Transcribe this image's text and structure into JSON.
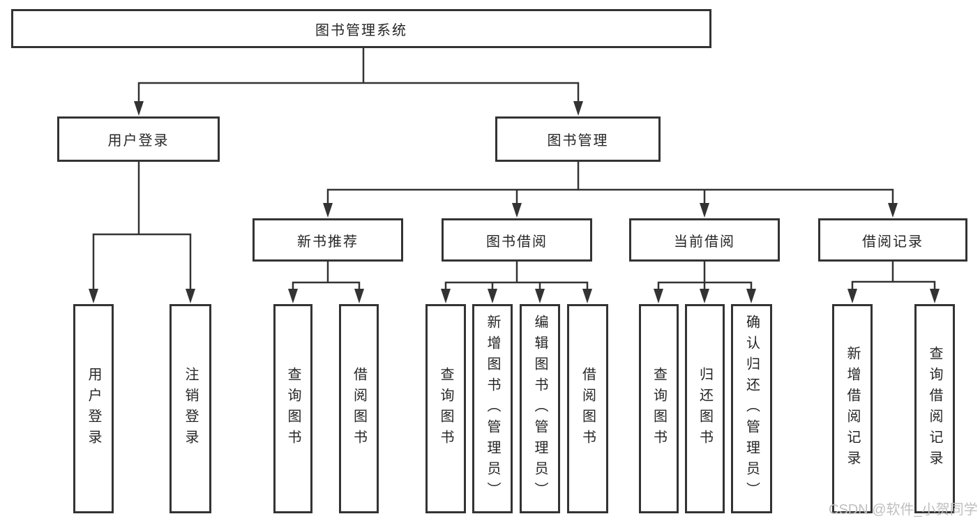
{
  "diagram": {
    "root": "图书管理系统",
    "children": [
      {
        "label": "用户登录",
        "leaves": [
          "用户登录",
          "注销登录"
        ]
      },
      {
        "label": "图书管理",
        "groups": [
          {
            "label": "新书推荐",
            "leaves": [
              "查询图书",
              "借阅图书"
            ]
          },
          {
            "label": "图书借阅",
            "leaves": [
              "查询图书",
              "新增图书（管理员）",
              "编辑图书（管理员）",
              "借阅图书"
            ]
          },
          {
            "label": "当前借阅",
            "leaves": [
              "查询图书",
              "归还图书",
              "确认归还（管理员）"
            ]
          },
          {
            "label": "借阅记录",
            "leaves": [
              "新增借阅记录",
              "查询借阅记录"
            ]
          }
        ]
      }
    ]
  },
  "watermark": "CSDN @软件_小贺同学",
  "colors": {
    "line": "#333333",
    "border": "#333333",
    "text": "#262626",
    "watermark": "#bfbfbf",
    "background": "#ffffff"
  }
}
